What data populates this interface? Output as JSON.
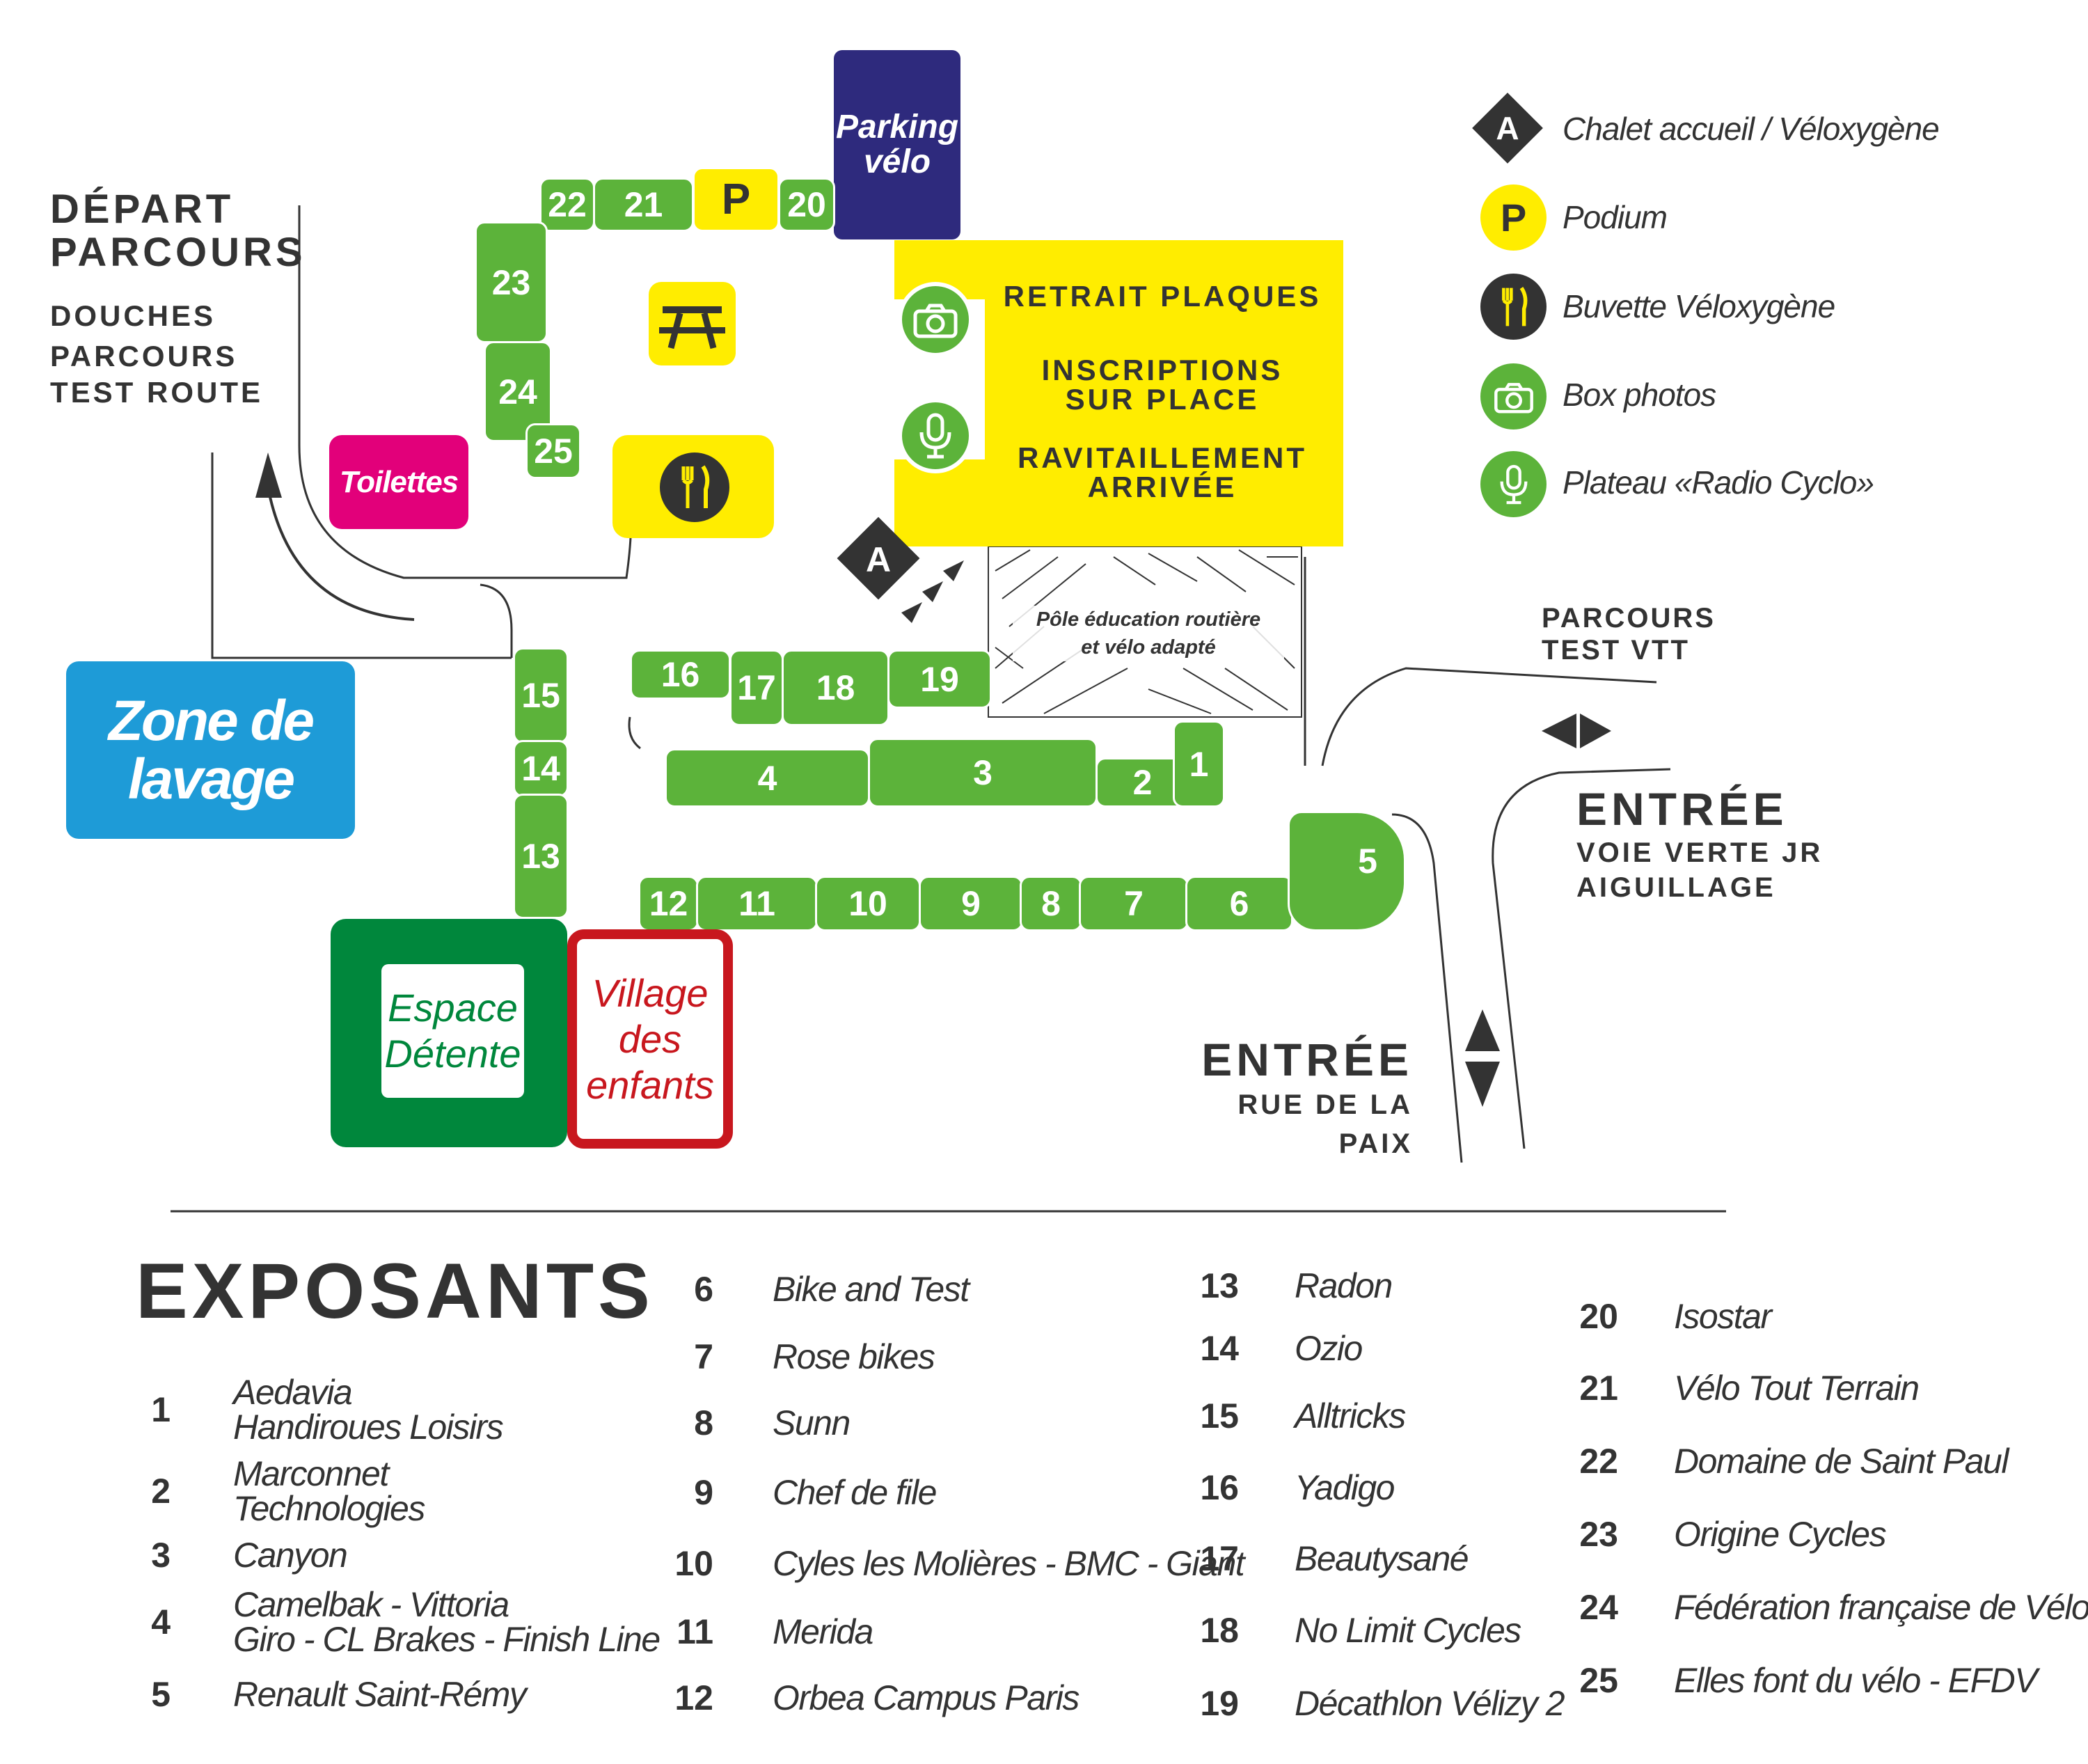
{
  "map": {
    "depart": {
      "title_line1": "DÉPART",
      "title_line2": "PARCOURS",
      "sub1": "DOUCHES",
      "sub2": "PARCOURS",
      "sub3": "TEST ROUTE"
    },
    "parking_velo": {
      "line1": "Parking",
      "line2": "vélo"
    },
    "podium_letter": "P",
    "yellow_zone": {
      "line1": "RETRAIT PLAQUES",
      "line2": "INSCRIPTIONS",
      "line3": "SUR PLACE",
      "line4": "RAVITAILLEMENT",
      "line5": "ARRIVÉE"
    },
    "toilettes": "Toilettes",
    "zone_lavage": {
      "line1": "Zone de",
      "line2": "lavage"
    },
    "pole_education": {
      "line1": "Pôle éducation routière",
      "line2": "et vélo adapté"
    },
    "chalet_letter": "A",
    "parcours_vtt": {
      "line1": "PARCOURS",
      "line2": "TEST VTT"
    },
    "entree_voie_verte": {
      "title": "ENTRÉE",
      "line1": "VOIE VERTE JR",
      "line2": "AIGUILLAGE"
    },
    "entree_paix": {
      "title": "ENTRÉE",
      "line1": "RUE DE LA PAIX"
    },
    "espace_detente": {
      "line1": "Espace",
      "line2": "Détente"
    },
    "village_enfants": {
      "line1": "Village",
      "line2": "des",
      "line3": "enfants"
    },
    "booths": [
      "1",
      "2",
      "3",
      "4",
      "5",
      "6",
      "7",
      "8",
      "9",
      "10",
      "11",
      "12",
      "13",
      "14",
      "15",
      "16",
      "17",
      "18",
      "19",
      "20",
      "21",
      "22",
      "23",
      "24",
      "25"
    ]
  },
  "legend": [
    {
      "icon": "chalet-diamond-icon",
      "symbol": "A",
      "label": "Chalet accueil / Véloxygène"
    },
    {
      "icon": "podium-icon",
      "symbol": "P",
      "label": "Podium"
    },
    {
      "icon": "fork-knife-icon",
      "symbol": "",
      "label": "Buvette Véloxygène"
    },
    {
      "icon": "camera-icon",
      "symbol": "",
      "label": "Box photos"
    },
    {
      "icon": "microphone-icon",
      "symbol": "",
      "label": "Plateau «Radio Cyclo»"
    }
  ],
  "exposants": {
    "title": "EXPOSANTS",
    "items": [
      {
        "num": "1",
        "line1": "Aedavia",
        "line2": "Handiroues  Loisirs"
      },
      {
        "num": "2",
        "line1": "Marconnet",
        "line2": "Technologies"
      },
      {
        "num": "3",
        "line1": "Canyon",
        "line2": ""
      },
      {
        "num": "4",
        "line1": "Camelbak - Vittoria",
        "line2": "Giro - CL Brakes - Finish Line"
      },
      {
        "num": "5",
        "line1": "Renault Saint-Rémy",
        "line2": ""
      },
      {
        "num": "6",
        "line1": "Bike and Test",
        "line2": ""
      },
      {
        "num": "7",
        "line1": "Rose bikes",
        "line2": ""
      },
      {
        "num": "8",
        "line1": "Sunn",
        "line2": ""
      },
      {
        "num": "9",
        "line1": "Chef  de  file",
        "line2": ""
      },
      {
        "num": "10",
        "line1": "Cyles les Molières - BMC - Giant",
        "line2": ""
      },
      {
        "num": "11",
        "line1": "Merida",
        "line2": ""
      },
      {
        "num": "12",
        "line1": "Orbea Campus Paris",
        "line2": ""
      },
      {
        "num": "13",
        "line1": "Radon",
        "line2": ""
      },
      {
        "num": "14",
        "line1": "Ozio",
        "line2": ""
      },
      {
        "num": "15",
        "line1": "Alltricks",
        "line2": ""
      },
      {
        "num": "16",
        "line1": "Yadigo",
        "line2": ""
      },
      {
        "num": "17",
        "line1": "Beautysané",
        "line2": ""
      },
      {
        "num": "18",
        "line1": "No Limit Cycles",
        "line2": ""
      },
      {
        "num": "19",
        "line1": "Décathlon Vélizy 2",
        "line2": ""
      },
      {
        "num": "20",
        "line1": "Isostar",
        "line2": ""
      },
      {
        "num": "21",
        "line1": "Vélo Tout Terrain",
        "line2": ""
      },
      {
        "num": "22",
        "line1": "Domaine de Saint Paul",
        "line2": ""
      },
      {
        "num": "23",
        "line1": "Origine Cycles",
        "line2": ""
      },
      {
        "num": "24",
        "line1": "Fédération française de Vélo",
        "line2": ""
      },
      {
        "num": "25",
        "line1": "Elles font du vélo - EFDV",
        "line2": ""
      }
    ]
  },
  "colors": {
    "green": "#5cb33a",
    "yellow": "#ffed00",
    "navy": "#2e2a7d",
    "magenta": "#e2007a",
    "blue": "#1e9bd7",
    "dark_green": "#00873c",
    "red": "#c8171e",
    "dark": "#333333"
  }
}
